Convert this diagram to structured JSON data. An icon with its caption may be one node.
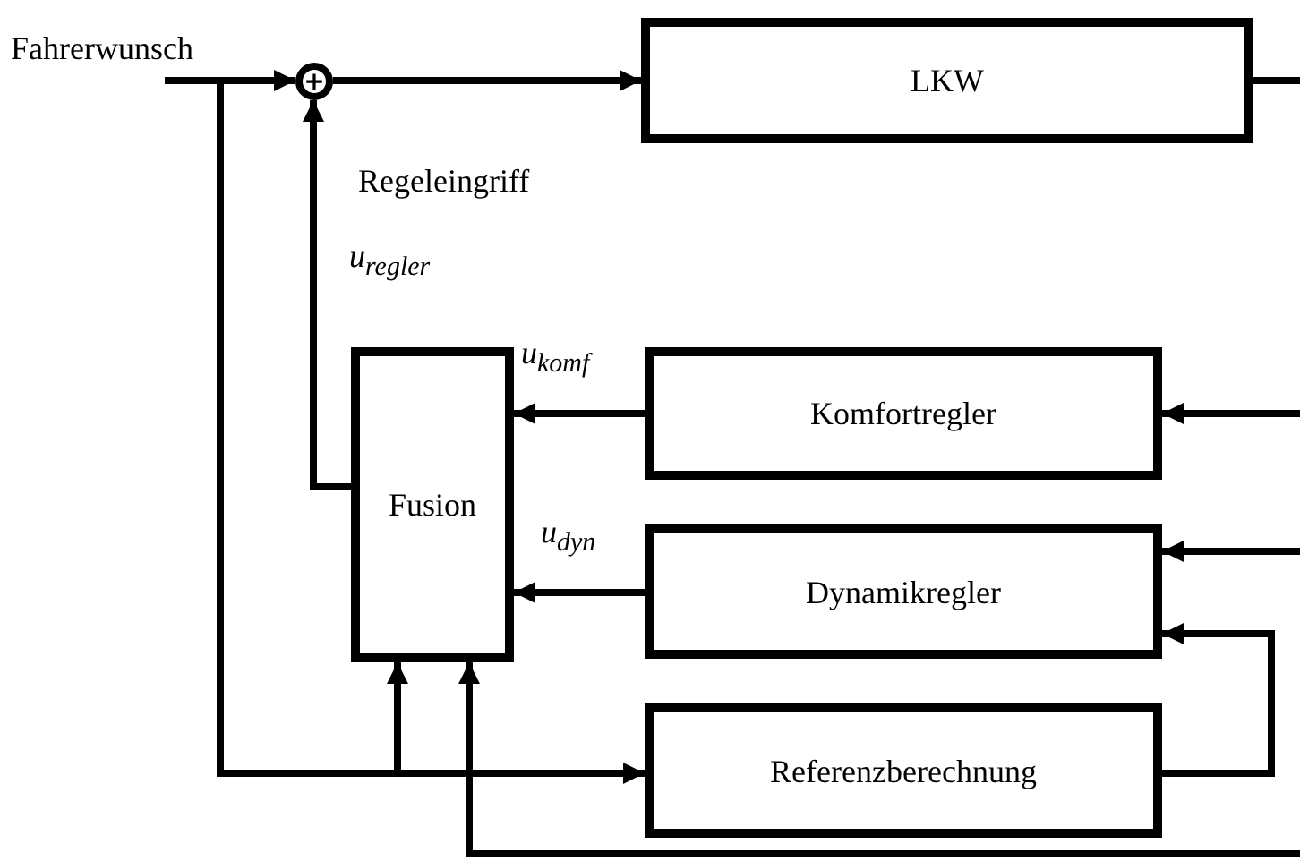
{
  "diagram": {
    "nodes": [
      {
        "text": [
          "Fahrerwunsch"
        ]
      },
      {
        "text": [
          "+"
        ]
      },
      {
        "text": [
          "LKW"
        ]
      },
      {
        "text": [
          "Komfortregler"
        ]
      },
      {
        "text": [
          "Fusion"
        ]
      },
      {
        "text": [
          "Dynamikregler"
        ]
      },
      {
        "text": [
          "Referenzberechnung"
        ]
      }
    ],
    "edges": [
      {
        "from": 0,
        "to": 1,
        "arrow": "to"
      },
      {
        "from": 0,
        "to": 6,
        "arrow": "to"
      },
      {
        "from": 0,
        "to": 4,
        "arrow": "to"
      },
      {
        "from": 1,
        "to": 2,
        "arrow": "to"
      },
      {
        "from": 4,
        "to": 1,
        "arrow": "to"
      },
      {
        "from": 2,
        "to": null,
        "arrow": "none"
      },
      {
        "from": null,
        "to": 3,
        "arrow": "to"
      },
      {
        "from": null,
        "to": 5,
        "arrow": "to"
      },
      {
        "from": null,
        "to": 4,
        "arrow": "to"
      },
      {
        "from": 3,
        "to": 4,
        "arrow": "to",
        "label": "u$_{komf}$"
      },
      {
        "from": 5,
        "to": 4,
        "arrow": "to",
        "label": "u$_{dyn}$"
      },
      {
        "from": 6,
        "to": 5,
        "arrow": "to"
      }
    ],
    "labels": [
      "Regeleingriff",
      "u$_{regler}$"
    ]
  }
}
